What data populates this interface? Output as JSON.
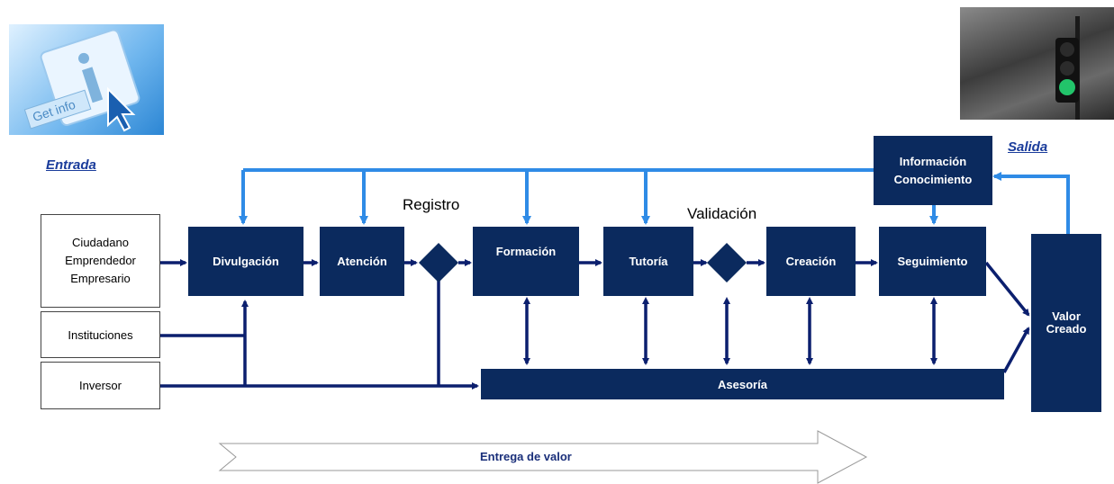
{
  "entrada": "Entrada",
  "salida": "Salida",
  "registro": "Registro",
  "validacion": "Validación",
  "inputs": {
    "ciudadano": [
      "Ciudadano",
      "Emprendedor",
      "Empresario"
    ],
    "instituciones": "Instituciones",
    "inversor": "Inversor"
  },
  "process": {
    "divulgacion": "Divulgación",
    "atencion": "Atención",
    "formacion": "Formación",
    "tutoria": "Tutoría",
    "creacion": "Creación",
    "seguimiento": "Seguimiento",
    "asesoria": "Asesoría",
    "informacion": [
      "Información",
      "Conocimiento"
    ],
    "valor": [
      "Valor",
      "Creado"
    ]
  },
  "entrega": "Entrega de valor",
  "info_icon_text": "Get info",
  "colors": {
    "navy": "#0b2a5e",
    "dark_arrow": "#0b1f6e",
    "light_blue": "#2f8be6"
  }
}
